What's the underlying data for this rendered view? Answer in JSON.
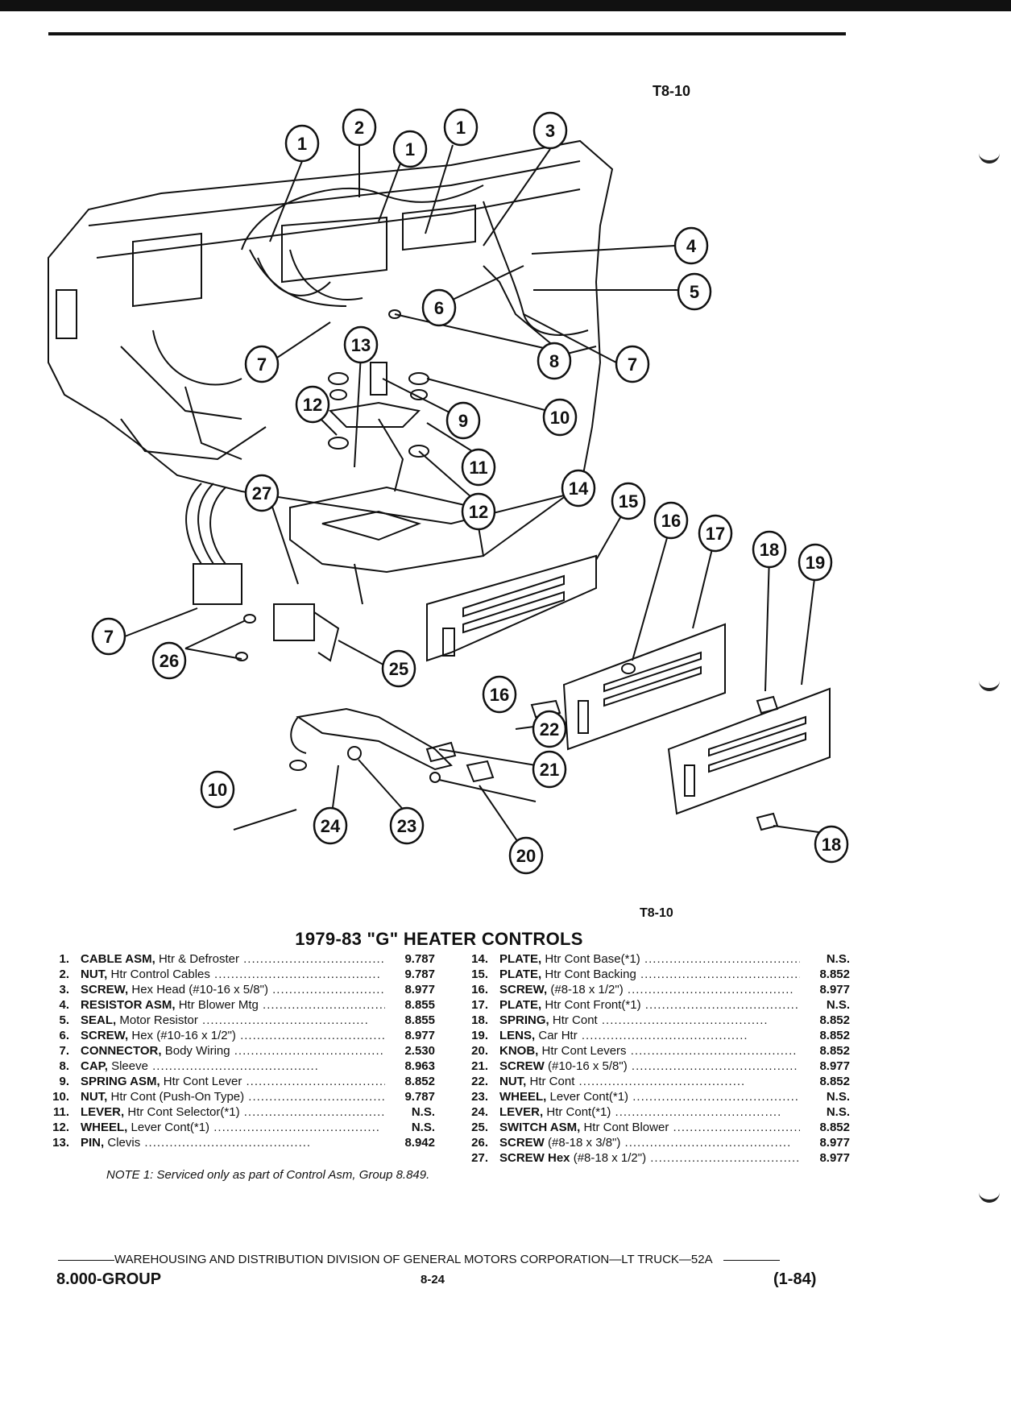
{
  "figure_code": "T8-10",
  "callouts": [
    "1",
    "2",
    "1",
    "1",
    "3",
    "4",
    "5",
    "6",
    "7",
    "7",
    "8",
    "13",
    "9",
    "10",
    "12",
    "11",
    "12",
    "14",
    "15",
    "16",
    "17",
    "18",
    "19",
    "27",
    "7",
    "26",
    "25",
    "16",
    "22",
    "21",
    "10",
    "24",
    "23",
    "20",
    "18"
  ],
  "title": "1979-83 \"G\" HEATER CONTROLS",
  "parts_left": [
    {
      "num": "1.",
      "name": "CABLE ASM,",
      "detail": " Htr & Defroster",
      "group": "9.787"
    },
    {
      "num": "2.",
      "name": "NUT,",
      "detail": " Htr Control Cables",
      "group": "9.787"
    },
    {
      "num": "3.",
      "name": "SCREW,",
      "detail": " Hex Head (#10-16 x 5/8\")",
      "group": "8.977"
    },
    {
      "num": "4.",
      "name": "RESISTOR ASM,",
      "detail": " Htr Blower Mtg",
      "group": "8.855"
    },
    {
      "num": "5.",
      "name": "SEAL,",
      "detail": " Motor Resistor",
      "group": "8.855"
    },
    {
      "num": "6.",
      "name": "SCREW,",
      "detail": " Hex (#10-16 x 1/2\")",
      "group": "8.977"
    },
    {
      "num": "7.",
      "name": "CONNECTOR,",
      "detail": " Body Wiring",
      "group": "2.530"
    },
    {
      "num": "8.",
      "name": "CAP,",
      "detail": " Sleeve",
      "group": "8.963"
    },
    {
      "num": "9.",
      "name": "SPRING ASM,",
      "detail": " Htr Cont Lever",
      "group": "8.852"
    },
    {
      "num": "10.",
      "name": "NUT,",
      "detail": " Htr Cont (Push-On Type)",
      "group": "9.787"
    },
    {
      "num": "11.",
      "name": "LEVER,",
      "detail": " Htr Cont Selector(*1)",
      "group": "N.S."
    },
    {
      "num": "12.",
      "name": "WHEEL,",
      "detail": " Lever Cont(*1)",
      "group": "N.S."
    },
    {
      "num": "13.",
      "name": "PIN,",
      "detail": " Clevis",
      "group": "8.942"
    }
  ],
  "parts_right": [
    {
      "num": "14.",
      "name": "PLATE,",
      "detail": " Htr Cont Base(*1)",
      "group": "N.S."
    },
    {
      "num": "15.",
      "name": "PLATE,",
      "detail": " Htr Cont Backing",
      "group": "8.852"
    },
    {
      "num": "16.",
      "name": "SCREW,",
      "detail": " (#8-18 x 1/2\")",
      "group": "8.977"
    },
    {
      "num": "17.",
      "name": "PLATE,",
      "detail": " Htr Cont Front(*1)",
      "group": "N.S."
    },
    {
      "num": "18.",
      "name": "SPRING,",
      "detail": " Htr Cont",
      "group": "8.852"
    },
    {
      "num": "19.",
      "name": "LENS,",
      "detail": " Car Htr",
      "group": "8.852"
    },
    {
      "num": "20.",
      "name": "KNOB,",
      "detail": " Htr Cont Levers",
      "group": "8.852"
    },
    {
      "num": "21.",
      "name": "SCREW",
      "detail": " (#10-16 x 5/8\")",
      "group": "8.977"
    },
    {
      "num": "22.",
      "name": "NUT,",
      "detail": " Htr Cont",
      "group": "8.852"
    },
    {
      "num": "23.",
      "name": "WHEEL,",
      "detail": " Lever Cont(*1)",
      "group": "N.S."
    },
    {
      "num": "24.",
      "name": "LEVER,",
      "detail": " Htr Cont(*1)",
      "group": "N.S."
    },
    {
      "num": "25.",
      "name": "SWITCH ASM,",
      "detail": " Htr Cont Blower",
      "group": "8.852"
    },
    {
      "num": "26.",
      "name": "SCREW",
      "detail": " (#8-18 x 3/8\")",
      "group": "8.977"
    },
    {
      "num": "27.",
      "name": "SCREW Hex",
      "detail": " (#8-18 x 1/2\")",
      "group": "8.977"
    }
  ],
  "note": "NOTE 1: Serviced only as part of Control Asm, Group 8.849.",
  "footer": {
    "division": "WAREHOUSING AND DISTRIBUTION DIVISION OF GENERAL MOTORS CORPORATION—LT TRUCK—52A",
    "group": "8.000-GROUP",
    "page": "8-24",
    "date": "(1-84)"
  },
  "colors": {
    "ink": "#111111",
    "paper": "#ffffff"
  }
}
